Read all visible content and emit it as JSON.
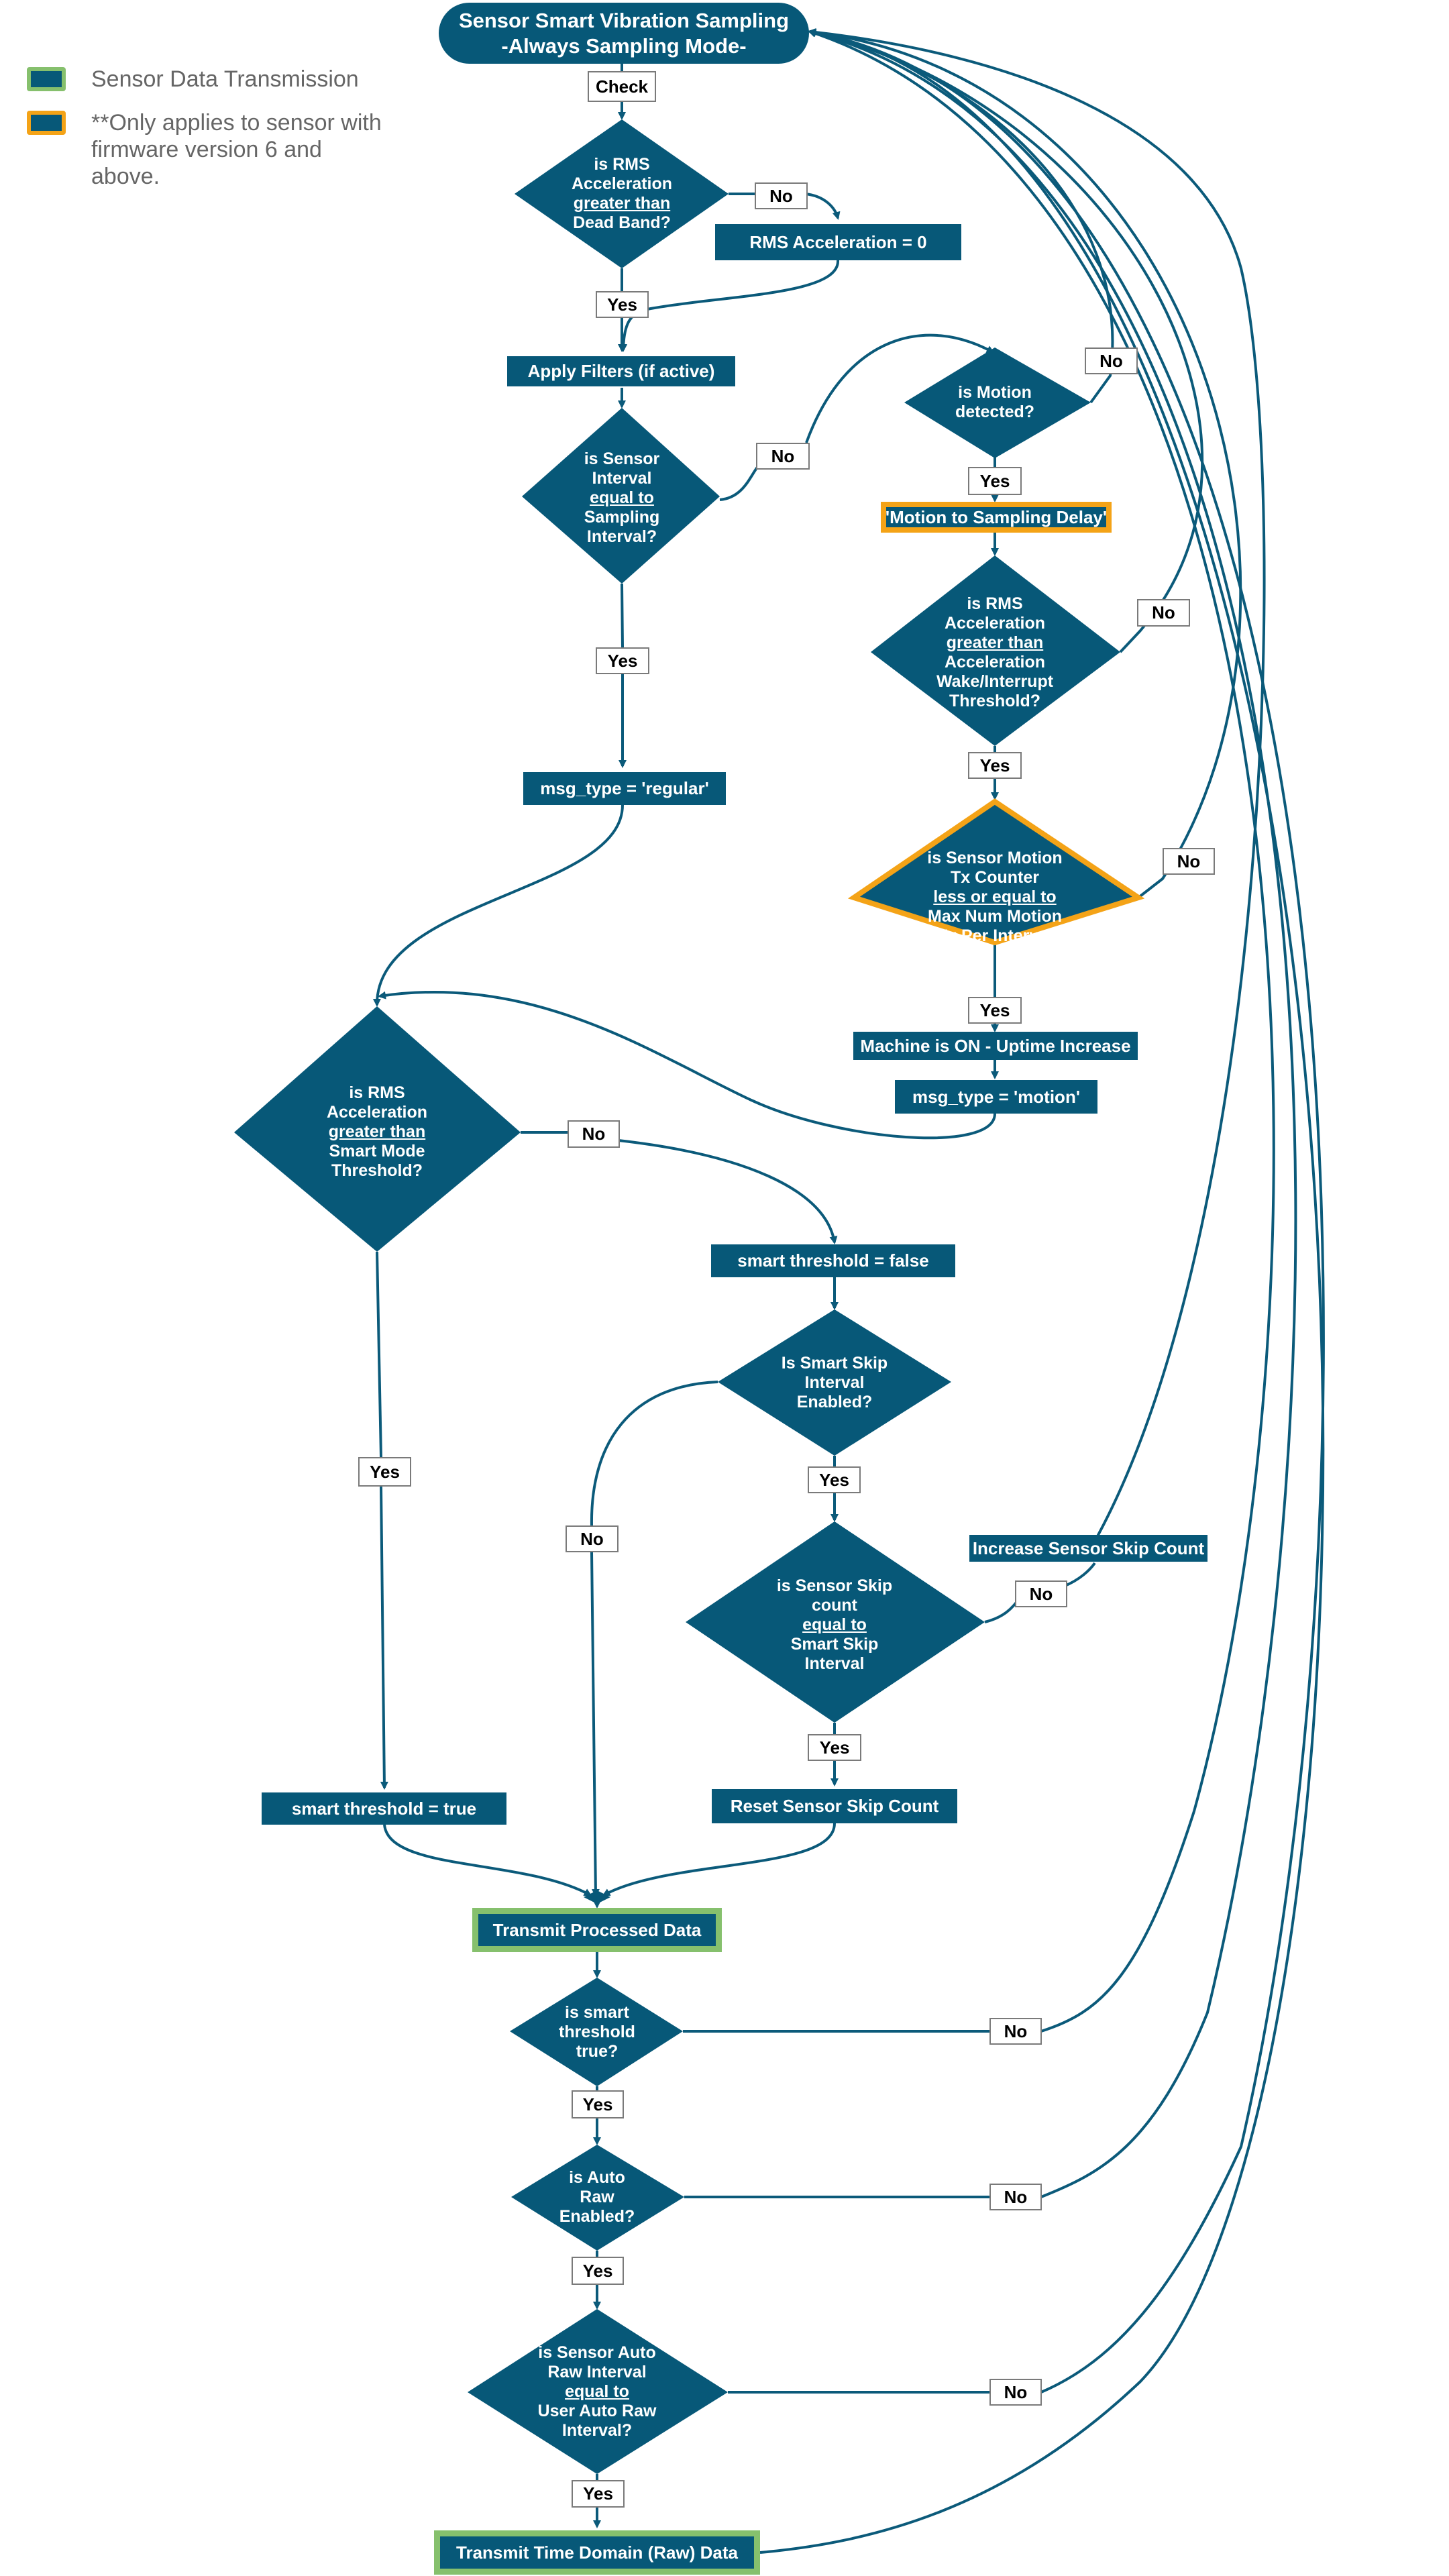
{
  "colors": {
    "node": "#075878",
    "edge": "#0b5a7a",
    "transmission_border": "#86c06d",
    "firmware_border": "#f4a317",
    "legend_text": "#666666"
  },
  "legend": {
    "transmission": "Sensor Data Transmission",
    "firmware": "**Only applies to sensor with firmware version 6 and above."
  },
  "start": {
    "line1": "Sensor Smart Vibration Sampling",
    "line2": "-Always Sampling Mode-"
  },
  "labels": {
    "check": "Check",
    "yes": "Yes",
    "no": "No"
  },
  "decisions": {
    "rms_dead_band": [
      "is RMS",
      "Acceleration",
      "greater than",
      "Dead Band?"
    ],
    "sensor_interval": [
      "is Sensor",
      "Interval",
      "equal to",
      "Sampling",
      "Interval?"
    ],
    "motion_detected": [
      "is Motion",
      "detected?"
    ],
    "rms_wake": [
      "is RMS",
      "Acceleration",
      "greater than",
      "Acceleration",
      "Wake/Interrupt",
      "Threshold?"
    ],
    "motion_tx_counter": [
      "is Sensor Motion",
      "Tx Counter",
      "less or equal to",
      "Max Num Motion",
      "Tx Per Interval"
    ],
    "rms_smart_mode": [
      "is RMS",
      "Acceleration",
      "greater than",
      "Smart Mode",
      "Threshold?"
    ],
    "smart_skip_enabled": [
      "Is Smart Skip",
      "Interval",
      "Enabled?"
    ],
    "skip_count": [
      "is Sensor Skip",
      "count",
      "equal to",
      "Smart Skip",
      "Interval"
    ],
    "smart_threshold_true": [
      "is smart",
      "threshold",
      "true?"
    ],
    "auto_raw_enabled": [
      "is Auto",
      "Raw",
      "Enabled?"
    ],
    "auto_raw_interval": [
      "is Sensor Auto",
      "Raw Interval",
      "equal to",
      "User Auto Raw",
      "Interval?"
    ]
  },
  "processes": {
    "rms_zero": "RMS Acceleration = 0",
    "apply_filters": "Apply Filters (if active)",
    "motion_delay": "'Motion to Sampling Delay'",
    "msg_regular": "msg_type = 'regular'",
    "machine_on": "Machine is ON - Uptime Increase",
    "msg_motion": "msg_type = 'motion'",
    "smart_false": "smart threshold = false",
    "increase_skip": "Increase Sensor Skip Count",
    "smart_true": "smart threshold = true",
    "reset_skip": "Reset Sensor Skip Count",
    "transmit_processed": "Transmit Processed Data",
    "transmit_raw": "Transmit Time Domain (Raw) Data"
  }
}
